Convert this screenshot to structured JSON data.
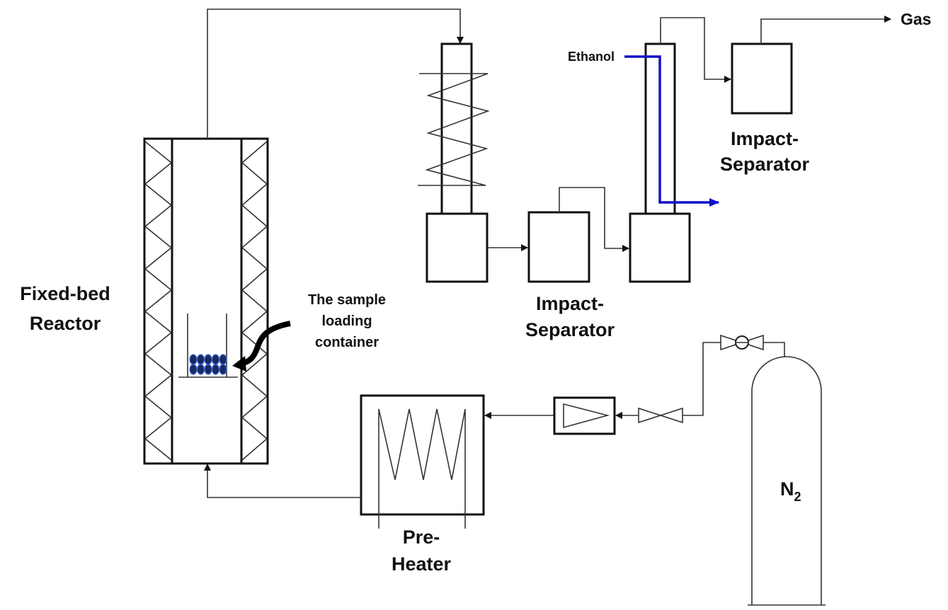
{
  "labels": {
    "reactor_line1": "Fixed-bed",
    "reactor_line2": "Reactor",
    "sample_line1": "The sample",
    "sample_line2": "loading",
    "sample_line3": "container",
    "separator_lower_line1": "Impact-",
    "separator_lower_line2": "Separator",
    "separator_upper_line1": "Impact-",
    "separator_upper_line2": "Separator",
    "ethanol": "Ethanol",
    "gas": "Gas",
    "preheater_line1": "Pre-",
    "preheater_line2": "Heater",
    "n2": "N",
    "n2_sub": "2"
  },
  "colors": {
    "ethanol_line": "#1010c8",
    "sample_particles": "#2a4fa0",
    "lines": "#222222"
  }
}
